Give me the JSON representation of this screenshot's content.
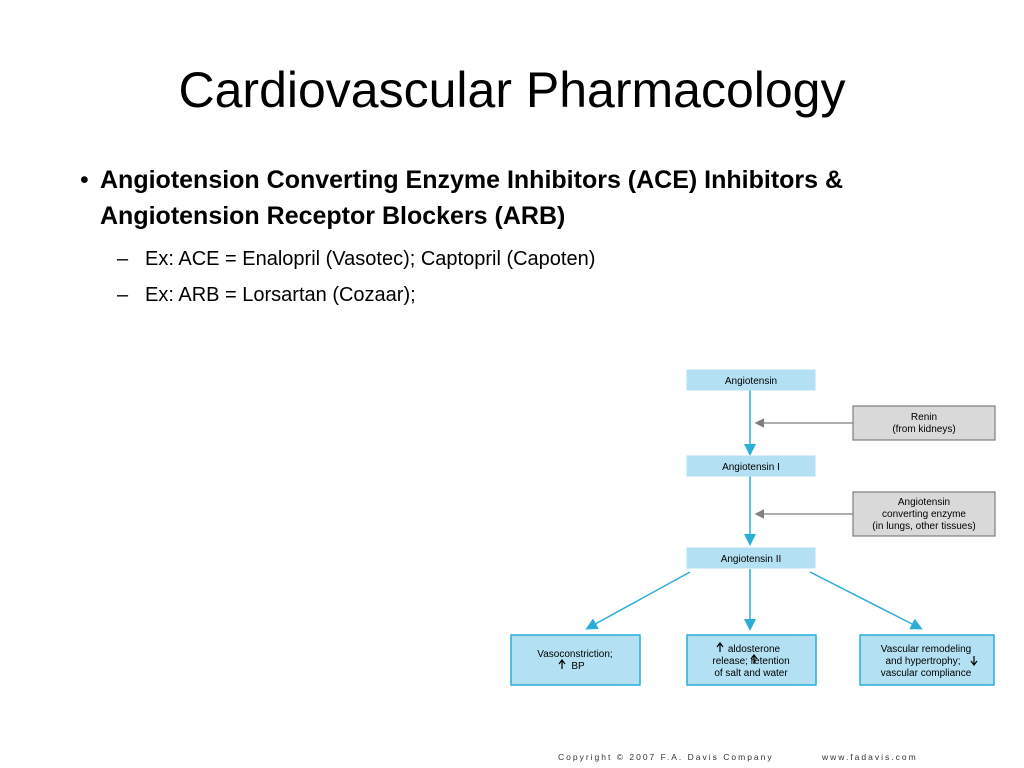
{
  "slide": {
    "title": "Cardiovascular Pharmacology",
    "bullet_main_line1": "Angiotension Converting Enzyme Inhibitors (ACE) Inhibitors  &",
    "bullet_main_line2": "Angiotension Receptor Blockers (ARB)",
    "sub_bullets": [
      "Ex:  ACE = Enalopril (Vasotec); Captopril (Capoten)",
      "Ex: ARB = Lorsartan (Cozaar);"
    ]
  },
  "diagram": {
    "colors": {
      "box_fill": "#b3e0f2",
      "box_stroke": "#2aaed8",
      "gray_fill": "#d9d9d9",
      "gray_stroke": "#7f7f7f",
      "arrow": "#2aaed8"
    },
    "angiotensin": "Angiotensin",
    "angiotensin_1": "Angiotensin I",
    "angiotensin_2": "Angiotensin II",
    "renin": [
      "Renin",
      "(from kidneys)"
    ],
    "ace": [
      "Angiotensin",
      "converting enzyme",
      "(in lungs, other tissues)"
    ],
    "effects": [
      {
        "lines": [
          "Vasoconstriction;",
          "BP"
        ],
        "arrows": [
          "",
          "up"
        ]
      },
      {
        "lines": [
          "aldosterone",
          "release; retention",
          "of salt and water"
        ],
        "arrows": [
          "up",
          "up-mid"
        ]
      },
      {
        "lines": [
          "Vascular remodeling",
          "and hypertrophy;",
          "vascular compliance"
        ],
        "arrows": [
          "",
          "down",
          ""
        ]
      }
    ]
  },
  "footer": {
    "copyright": "Copyright © 2007 F.A. Davis Company",
    "site": "www.fadavis.com"
  }
}
